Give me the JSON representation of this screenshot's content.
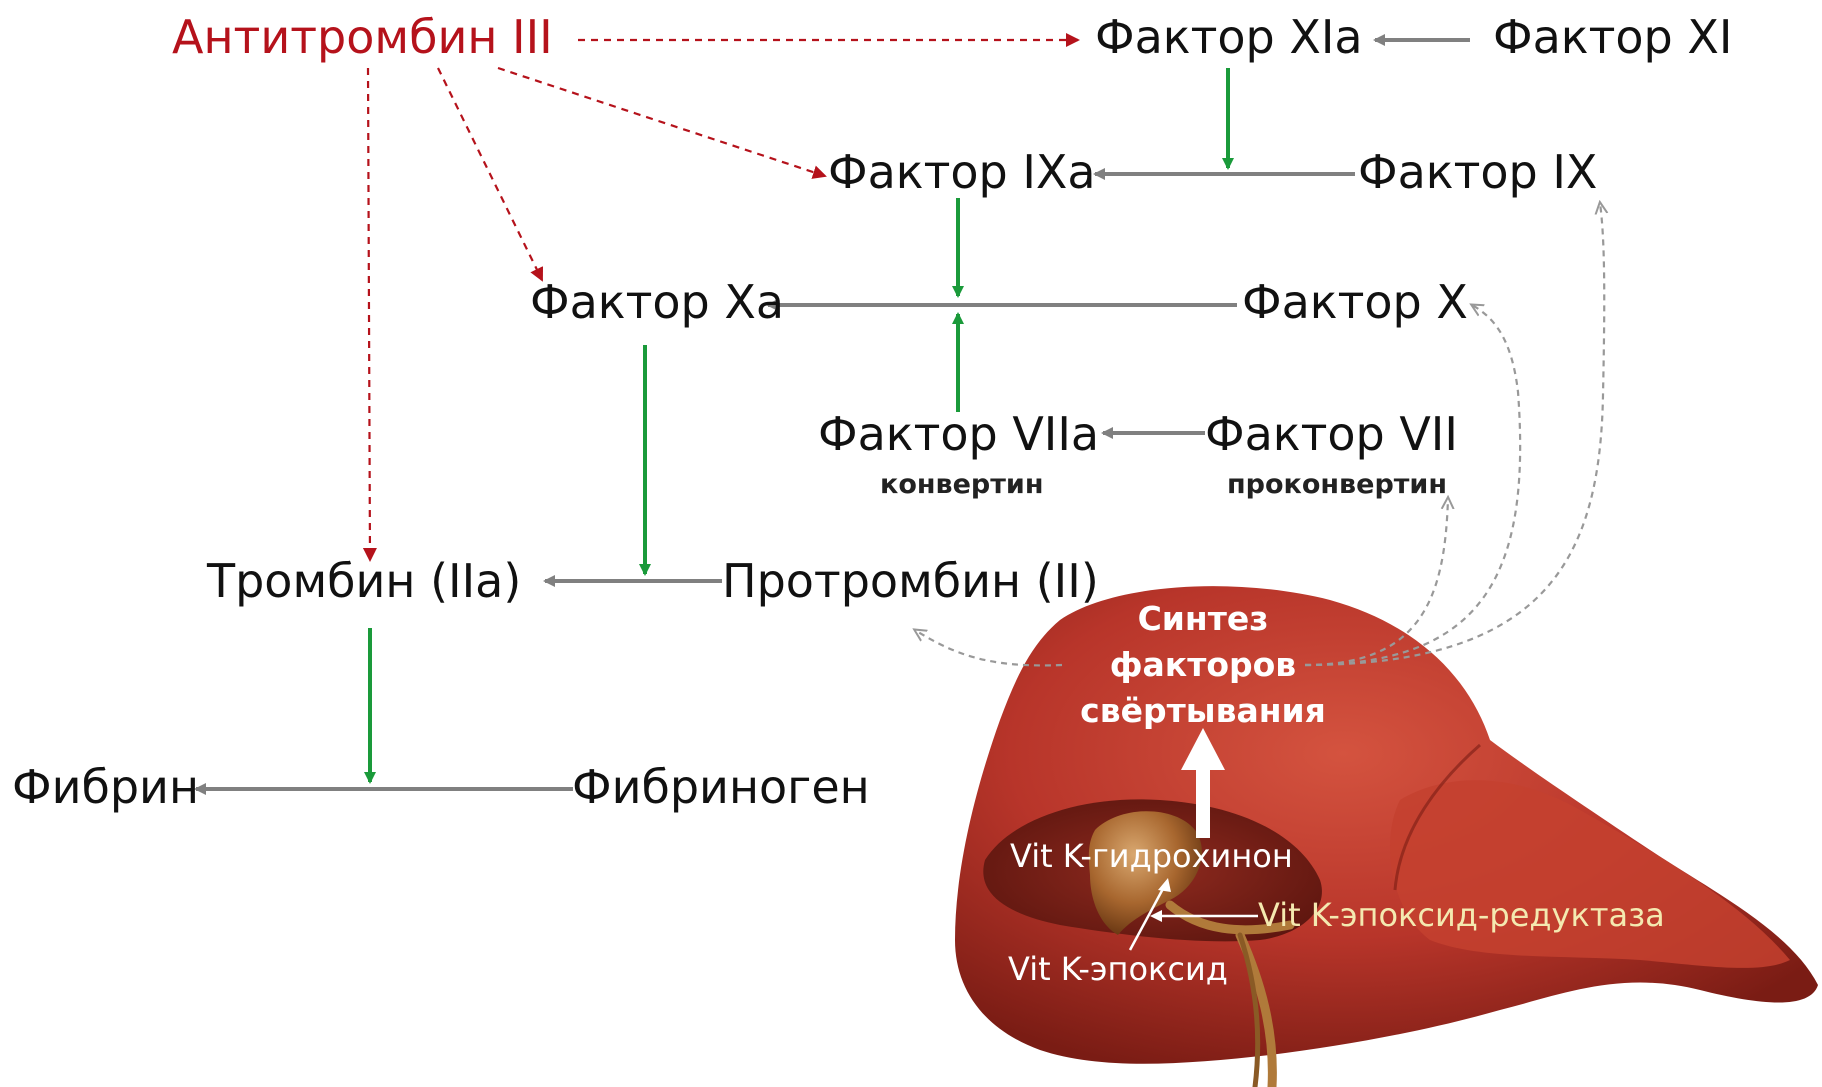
{
  "factors": {
    "antithrombin": "Антитромбин III",
    "f11a": "Фактор XIa",
    "f11": "Фактор XI",
    "f9a": "Фактор IXa",
    "f9": "Фактор IX",
    "f10a": "Фактор Xa",
    "f10": "Фактор X",
    "f7a": "Фактор VIIa",
    "f7a_sub": "конвертин",
    "f7": "Фактор VII",
    "f7_sub": "проконвертин",
    "thrombin": "Тромбин (IIa)",
    "prothrombin": "Протромбин (II)",
    "fibrin": "Фибрин",
    "fibrinogen": "Фибриноген"
  },
  "liver": {
    "synthesis_line1": "Синтез",
    "synthesis_line2": "факторов",
    "synthesis_line3": "свёртывания",
    "hydroquinone": "Vit K-гидрохинон",
    "reductase": "Vit K-эпоксид-редуктаза",
    "epoxide": "Vit K-эпоксид"
  },
  "colors": {
    "inhibition": "#b5121b",
    "activation": "#1a9a3a",
    "conversion": "#808080",
    "liver": "#b8352a",
    "enzyme_text": "#f4e9b0"
  }
}
